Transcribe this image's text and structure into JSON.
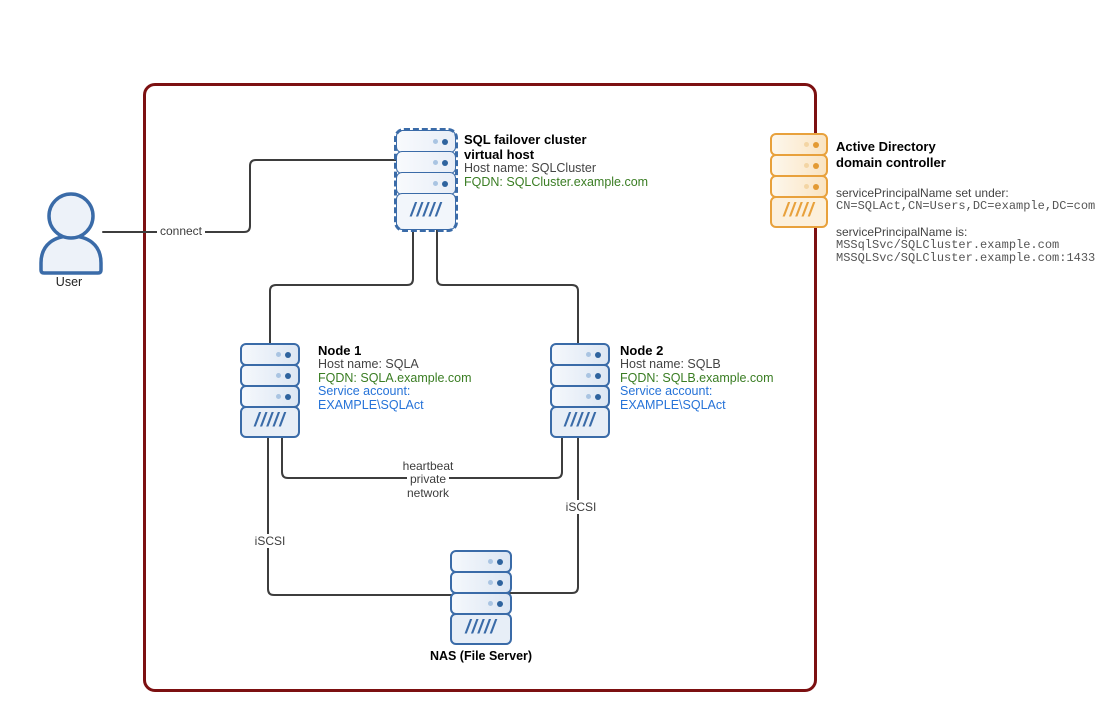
{
  "colors": {
    "accent_blue": "#3A6BA8",
    "icon_fill_blue": "#E7EEF7",
    "accent_orange": "#E8A13C",
    "icon_fill_orange": "#FCF0DC",
    "boundary_red": "#7C1011",
    "wire_gray": "#3D3D3D",
    "text_green": "#3A7D23",
    "text_blue": "#2673D8",
    "text_gray": "#444444"
  },
  "icons": {
    "user": "user-icon",
    "server_blue": "server-icon",
    "server_dashed": "server-virtual-icon",
    "server_orange": "server-ad-icon",
    "hatch_glyph": "/////"
  },
  "user": {
    "label": "User"
  },
  "wires": {
    "connect_label": "connect",
    "heartbeat_label": [
      "heartbeat",
      "private",
      "network"
    ],
    "iscsi_left_label": "iSCSI",
    "iscsi_right_label": "iSCSI"
  },
  "virtual_host": {
    "title1": "SQL failover cluster",
    "title2": "virtual host",
    "host_name": "Host name: SQLCluster",
    "fqdn": "FQDN: SQLCluster.example.com"
  },
  "node1": {
    "title": "Node 1",
    "host_name": "Host name: SQLA",
    "fqdn": "FQDN: SQLA.example.com",
    "service1": "Service account:",
    "service2": "EXAMPLE\\SQLAct"
  },
  "node2": {
    "title": "Node 2",
    "host_name": "Host name: SQLB",
    "fqdn": "FQDN: SQLB.example.com",
    "service1": "Service account:",
    "service2": "EXAMPLE\\SQLAct"
  },
  "nas": {
    "label": "NAS (File Server)"
  },
  "active_directory": {
    "title1": "Active Directory",
    "title2": "domain controller",
    "spn_set_under_label": "servicePrincipalName set under:",
    "spn_dn": "CN=SQLAct,CN=Users,DC=example,DC=com",
    "spn_is_label": "servicePrincipalName is:",
    "spn_value1": "MSSqlSvc/SQLCluster.example.com",
    "spn_value2": "MSSQLSvc/SQLCluster.example.com:1433"
  }
}
